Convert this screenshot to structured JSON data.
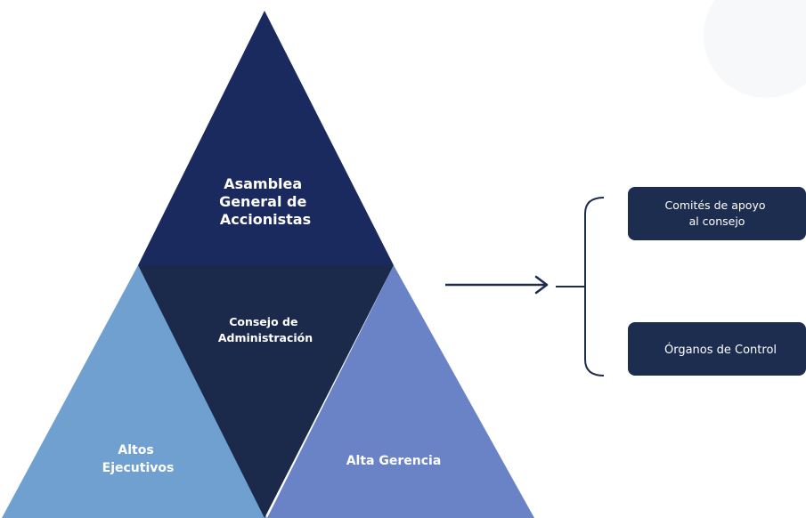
{
  "pyramid": {
    "top": {
      "lines": [
        "Asamblea",
        "General de",
        "Accionistas"
      ],
      "color": "#1a2a5e"
    },
    "center": {
      "lines": [
        "Consejo de",
        "Administración"
      ],
      "color": "#1b2a4a"
    },
    "left": {
      "lines": [
        "Altos",
        "Ejecutivos"
      ],
      "color": "#6fa0d0"
    },
    "right": {
      "lines": [
        "Alta Gerencia"
      ],
      "color": "#6a82c6"
    }
  },
  "support": {
    "boxes": [
      {
        "lines": [
          "Comités de apoyo",
          "al consejo"
        ]
      },
      {
        "lines": [
          "Órganos de Control"
        ]
      }
    ],
    "box_color": "#1d2d4f",
    "connector_color": "#1d2d4f"
  }
}
